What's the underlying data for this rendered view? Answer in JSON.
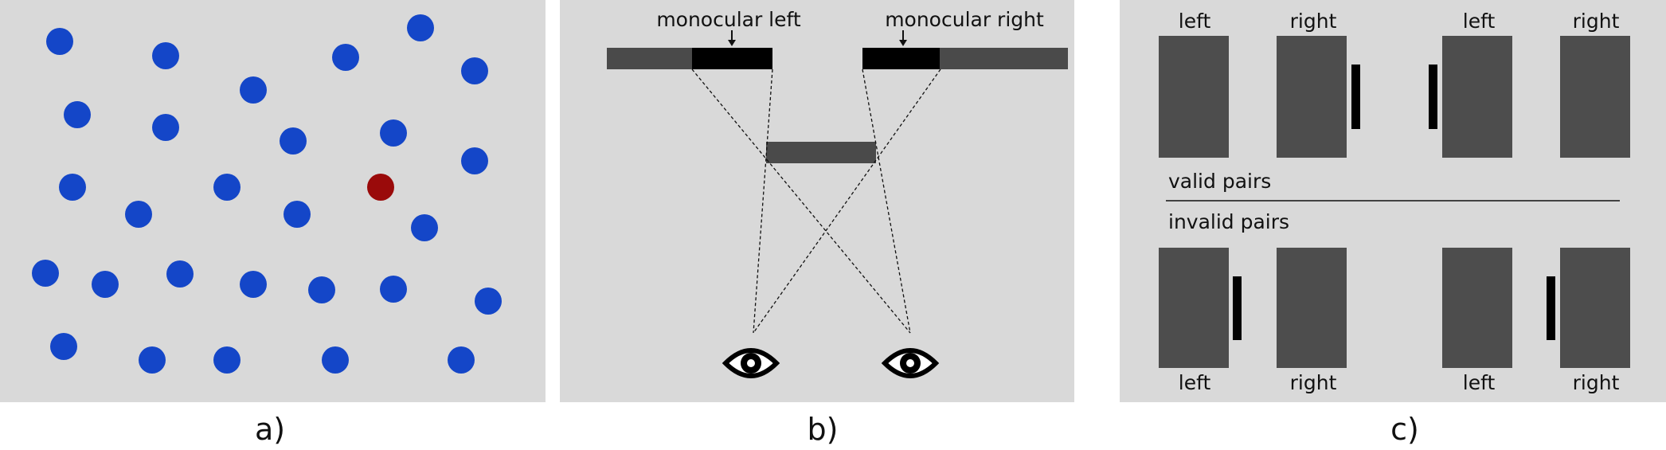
{
  "panels": [
    {
      "id": "a",
      "caption": "a)"
    },
    {
      "id": "b",
      "caption": "b)"
    },
    {
      "id": "c",
      "caption": "c)"
    }
  ],
  "panel_b": {
    "label_left": "monocular left",
    "label_right": "monocular right"
  },
  "panel_c": {
    "top_labels": [
      "left",
      "right",
      "left",
      "right"
    ],
    "bottom_labels": [
      "left",
      "right",
      "left",
      "right"
    ],
    "valid_label": "valid pairs",
    "invalid_label": "invalid pairs"
  },
  "colors": {
    "panel_bg": "#d9d9d9",
    "dot_blue": "#1446c8",
    "dot_red": "#9a0a0a",
    "bar_gray": "#4a4a4a",
    "bar_black": "#000000",
    "rect_gray": "#4d4d4d"
  },
  "icons": [
    "eye-icon",
    "eye-icon"
  ]
}
